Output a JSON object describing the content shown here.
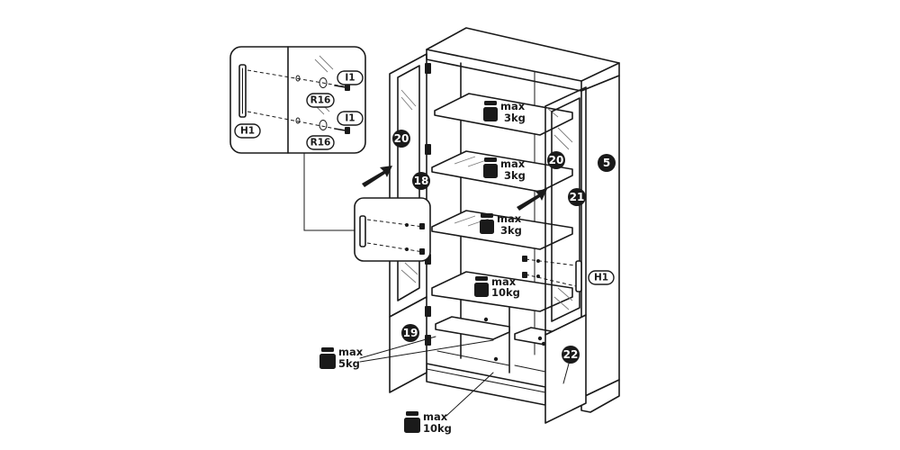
{
  "parts": {
    "p5": "5",
    "p18": "18",
    "p19": "19",
    "p20_left": "20",
    "p20_right": "20",
    "p21": "21",
    "p22": "22"
  },
  "hardware": {
    "h1_detail": "H1",
    "h1_right": "H1",
    "i1_top": "I1",
    "i1_bottom": "I1",
    "r16_top": "R16",
    "r16_bottom": "R16"
  },
  "load_limits": {
    "shelf1": {
      "word": "max",
      "value": "3kg"
    },
    "shelf2": {
      "word": "max",
      "value": "3kg"
    },
    "shelf3": {
      "word": "max",
      "value": "3kg"
    },
    "shelf4": {
      "word": "max",
      "value": "10kg"
    },
    "lower_shelves": {
      "word": "max",
      "value": "5kg"
    },
    "bottom": {
      "word": "max",
      "value": "10kg"
    }
  }
}
